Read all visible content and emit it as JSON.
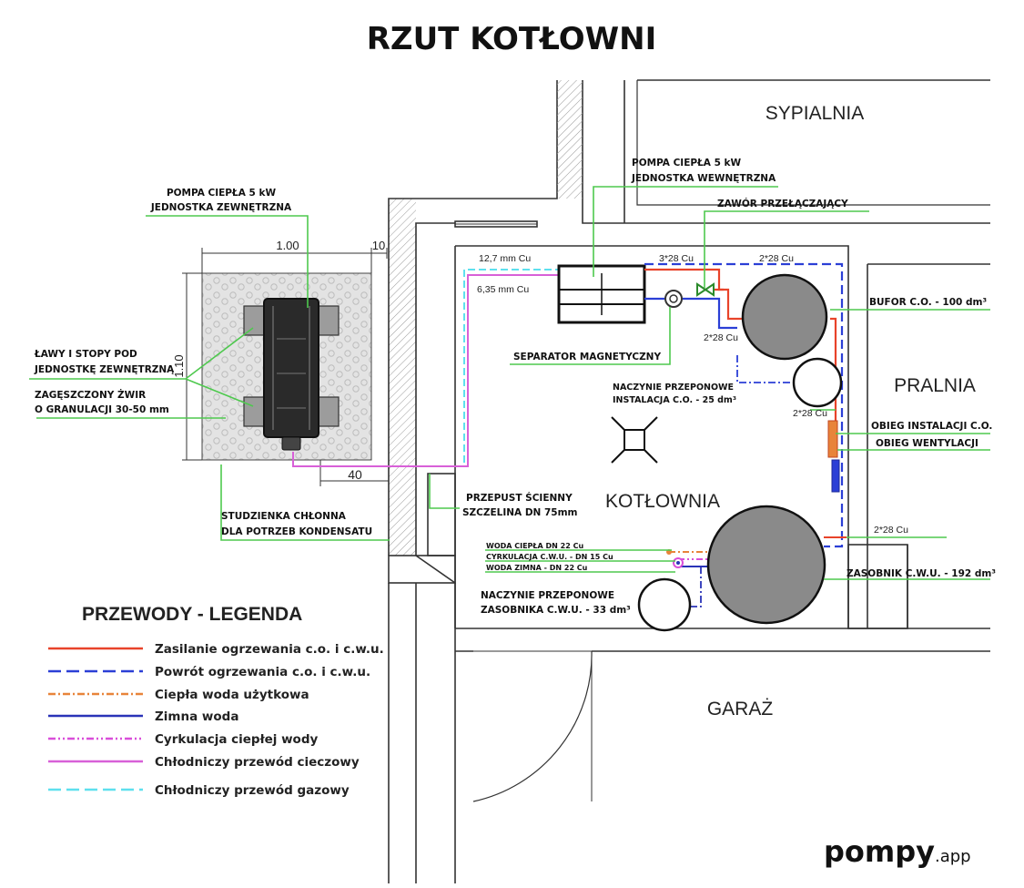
{
  "title": "RZUT KOTŁOWNI",
  "rooms": {
    "bedroom": "SYPIALNIA",
    "laundry": "PRALNIA",
    "boiler_room": "KOTŁOWNIA",
    "garage": "GARAŻ"
  },
  "outdoor_unit": {
    "label_line1": "POMPA CIEPŁA 5 kW",
    "label_line2": "JEDNOSTKA ZEWNĘTRZNA",
    "dim_width": "1.00",
    "dim_gap": "10",
    "dim_height": "1.10",
    "dim_offset": "40",
    "foundations_line1": "ŁAWY I STOPY POD",
    "foundations_line2": "JEDNOSTKĘ ZEWNĘTRZNĄ",
    "gravel_line1": "ZAGĘSZCZONY ŻWIR",
    "gravel_line2": "O GRANULACJI 30-50 mm",
    "well_line1": "STUDZIENKA CHŁONNA",
    "well_line2": "DLA POTRZEB KONDENSATU"
  },
  "indoor_unit": {
    "label_line1": "POMPA CIEPŁA 5 kW",
    "label_line2": "JEDNOSTKA WEWNĘTRZNA"
  },
  "labels": {
    "switch_valve": "ZAWÓR PRZEŁĄCZAJĄCY",
    "pipe_127": "12,7 mm Cu",
    "pipe_635": "6,35 mm Cu",
    "pipe_3x28": "3*28 Cu",
    "pipe_2x28_top": "2*28 Cu",
    "pipe_2x28_mid": "2*28 Cu",
    "pipe_2x28_small": "2*28 Cu",
    "pipe_2x28_bottom": "2*28 Cu",
    "buffer": "BUFOR C.O.  - 100 dm³",
    "separator": "SEPARATOR MAGNETYCZNY",
    "exp_co_line1": "NACZYNIE PRZEPONOWE",
    "exp_co_line2": "INSTALACJA C.O. - 25 dm³",
    "circuit_co": "OBIEG INSTALACJI C.O.",
    "circuit_vent": "OBIEG WENTYLACJI",
    "passage_line1": "PRZEPUST ŚCIENNY",
    "passage_line2": "SZCZELINA DN 75mm",
    "hot_water": "WODA CIEPŁA DN 22 Cu",
    "circulation": "CYRKULACJA C.W.U. - DN 15 Cu",
    "cold_water": "WODA ZIMNA - DN 22 Cu",
    "exp_dhw_line1": "NACZYNIE PRZEPONOWE",
    "exp_dhw_line2": "ZASOBNIKA C.W.U. - 33 dm³",
    "tank": "ZASOBNIK   C.W.U. - 192 dm³"
  },
  "legend": {
    "title": "PRZEWODY - LEGENDA",
    "items": [
      {
        "label": "Zasilanie ogrzewania c.o. i c.w.u.",
        "color": "#e8432a",
        "style": "solid"
      },
      {
        "label": "Powrót ogrzewania c.o. i c.w.u.",
        "color": "#2b3fd6",
        "style": "dash"
      },
      {
        "label": "Ciepła woda użytkowa",
        "color": "#e8843a",
        "style": "dashdot"
      },
      {
        "label": "Zimna woda",
        "color": "#2a33b8",
        "style": "solid"
      },
      {
        "label": "Cyrkulacja ciepłej wody",
        "color": "#d94fd9",
        "style": "dashdotdot"
      },
      {
        "label": "Chłodniczy przewód cieczowy",
        "color": "#d860d8",
        "style": "solid"
      },
      {
        "label": "Chłodniczy przewód gazowy",
        "color": "#5ee0ee",
        "style": "dash"
      }
    ]
  },
  "brand": {
    "name": "pompy",
    "suffix": ".app"
  },
  "colors": {
    "leader_green": "#4ec94e",
    "supply_red": "#e8432a",
    "return_blue": "#2b3fd6",
    "liquid_pink": "#d860d8",
    "gas_cyan": "#5ee0ee",
    "tank_gray": "#8a8a8a"
  }
}
